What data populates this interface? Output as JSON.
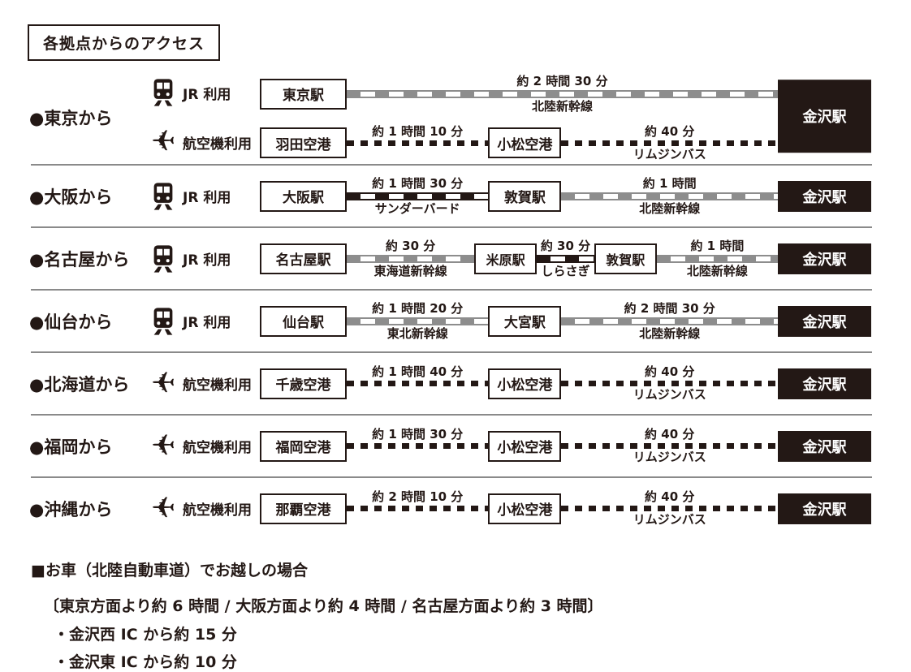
{
  "title": "各拠点からのアクセス",
  "terminal_station": "金沢駅",
  "colors": {
    "ink": "#231815",
    "rail_gray": "#8d8d8d",
    "separator": "#8a8a8a"
  },
  "icons": {
    "jr": "train-front-icon",
    "air": "airplane-icon"
  },
  "sections": [
    {
      "origin": "●東京から",
      "routes": [
        {
          "mode_label": "JR 利用",
          "from": "東京駅",
          "segments": [
            {
              "time": "約 2 時間 30 分",
              "name": "北陸新幹線",
              "line": "hokuriku-shinkansen"
            }
          ]
        },
        {
          "mode_label": "航空機利用",
          "from": "羽田空港",
          "via": "小松空港",
          "segments": [
            {
              "time": "約 1 時間 10 分",
              "name": "",
              "line": "flight"
            },
            {
              "time": "約 40 分",
              "name": "リムジンバス",
              "line": "limousine-bus"
            }
          ]
        }
      ]
    },
    {
      "origin": "●大阪から",
      "routes": [
        {
          "mode_label": "JR 利用",
          "from": "大阪駅",
          "via": "敦賀駅",
          "segments": [
            {
              "time": "約 1 時間 30 分",
              "name": "サンダーバード",
              "line": "limited-express"
            },
            {
              "time": "約 1 時間",
              "name": "北陸新幹線",
              "line": "hokuriku-shinkansen"
            }
          ]
        }
      ]
    },
    {
      "origin": "●名古屋から",
      "routes": [
        {
          "mode_label": "JR 利用",
          "from": "名古屋駅",
          "via": "米原駅",
          "via2": "敦賀駅",
          "segments": [
            {
              "time": "約 30 分",
              "name": "東海道新幹線",
              "line": "tokaido-shinkansen"
            },
            {
              "time": "約 30 分",
              "name": "しらさぎ",
              "line": "limited-express"
            },
            {
              "time": "約 1 時間",
              "name": "北陸新幹線",
              "line": "hokuriku-shinkansen"
            }
          ]
        }
      ]
    },
    {
      "origin": "●仙台から",
      "routes": [
        {
          "mode_label": "JR 利用",
          "from": "仙台駅",
          "via": "大宮駅",
          "segments": [
            {
              "time": "約 1 時間 20 分",
              "name": "東北新幹線",
              "line": "tohoku-shinkansen"
            },
            {
              "time": "約 2 時間 30 分",
              "name": "北陸新幹線",
              "line": "hokuriku-shinkansen"
            }
          ]
        }
      ]
    },
    {
      "origin": "●北海道から",
      "routes": [
        {
          "mode_label": "航空機利用",
          "from": "千歳空港",
          "via": "小松空港",
          "segments": [
            {
              "time": "約 1 時間 40 分",
              "name": "",
              "line": "flight"
            },
            {
              "time": "約 40 分",
              "name": "リムジンバス",
              "line": "limousine-bus"
            }
          ]
        }
      ]
    },
    {
      "origin": "●福岡から",
      "routes": [
        {
          "mode_label": "航空機利用",
          "from": "福岡空港",
          "via": "小松空港",
          "segments": [
            {
              "time": "約 1 時間 30 分",
              "name": "",
              "line": "flight"
            },
            {
              "time": "約 40 分",
              "name": "リムジンバス",
              "line": "limousine-bus"
            }
          ]
        }
      ]
    },
    {
      "origin": "●沖縄から",
      "routes": [
        {
          "mode_label": "航空機利用",
          "from": "那覇空港",
          "via": "小松空港",
          "segments": [
            {
              "time": "約 2 時間 10 分",
              "name": "",
              "line": "flight"
            },
            {
              "time": "約 40 分",
              "name": "リムジンバス",
              "line": "limousine-bus"
            }
          ]
        }
      ]
    }
  ],
  "car_access": {
    "heading": "■お車（北陸自動車道）でお越しの場合",
    "summary": "〔東京方面より約 6 時間 / 大阪方面より約 4 時間 / 名古屋方面より約 3 時間〕",
    "items": [
      "・金沢西 IC から約 15 分",
      "・金沢東 IC から約 10 分"
    ]
  }
}
